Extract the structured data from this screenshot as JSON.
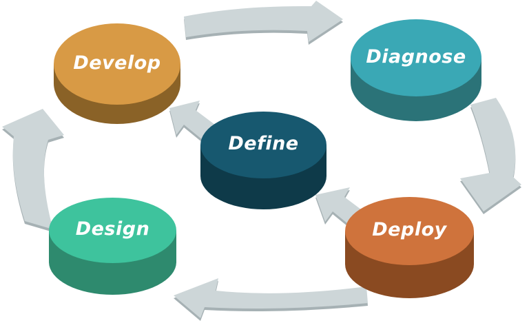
{
  "diagram": {
    "background_color": "#ffffff",
    "label_color": "#ffffff",
    "arrow_color": "#cdd6d8",
    "arrow_shade_color": "#a6b1b4",
    "nodes": [
      {
        "id": "develop",
        "label": "Develop",
        "top_color": "#d89a45",
        "side_color": "#8a6227"
      },
      {
        "id": "diagnose",
        "label": "Diagnose",
        "top_color": "#3aa8b5",
        "side_color": "#2b7378"
      },
      {
        "id": "define",
        "label": "Define",
        "top_color": "#17586f",
        "side_color": "#0e3a49"
      },
      {
        "id": "design",
        "label": "Design",
        "top_color": "#3ec39d",
        "side_color": "#2e8a6e"
      },
      {
        "id": "deploy",
        "label": "Deploy",
        "top_color": "#cf733c",
        "side_color": "#8a4a21"
      }
    ],
    "arrows": [
      {
        "name": "arrow-develop-to-diagnose",
        "direction": "right"
      },
      {
        "name": "arrow-diagnose-to-deploy",
        "direction": "down"
      },
      {
        "name": "arrow-deploy-to-design",
        "direction": "left"
      },
      {
        "name": "arrow-design-to-develop",
        "direction": "up"
      },
      {
        "name": "arrow-define-to-develop",
        "direction": "up-left"
      },
      {
        "name": "arrow-deploy-to-define",
        "direction": "up-left"
      }
    ]
  }
}
